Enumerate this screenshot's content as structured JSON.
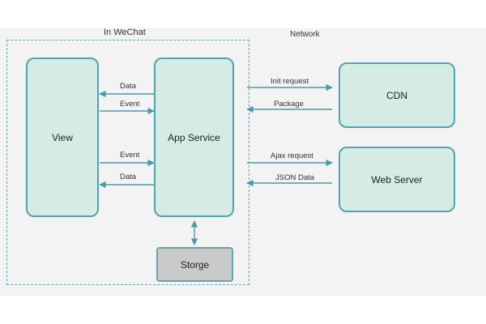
{
  "regions": {
    "in_wechat": "In WeChat",
    "network": "Network"
  },
  "nodes": {
    "view": "View",
    "app_service": "App Service",
    "storage": "Storge",
    "cdn": "CDN",
    "web_server": "Web Server"
  },
  "edges": {
    "data_top": "Data",
    "event_top": "Event",
    "event_bottom": "Event",
    "data_bottom": "Data",
    "init_request": "Init request",
    "package": "Package",
    "ajax_request": "Ajax request",
    "json_data": "JSON Data"
  },
  "colors": {
    "node_fill": "#d4ece4",
    "node_border": "#53a3b1",
    "storage_fill": "#c9cbcb",
    "arrow": "#4a9aa8",
    "panel_bg": "#f3f3f3"
  }
}
